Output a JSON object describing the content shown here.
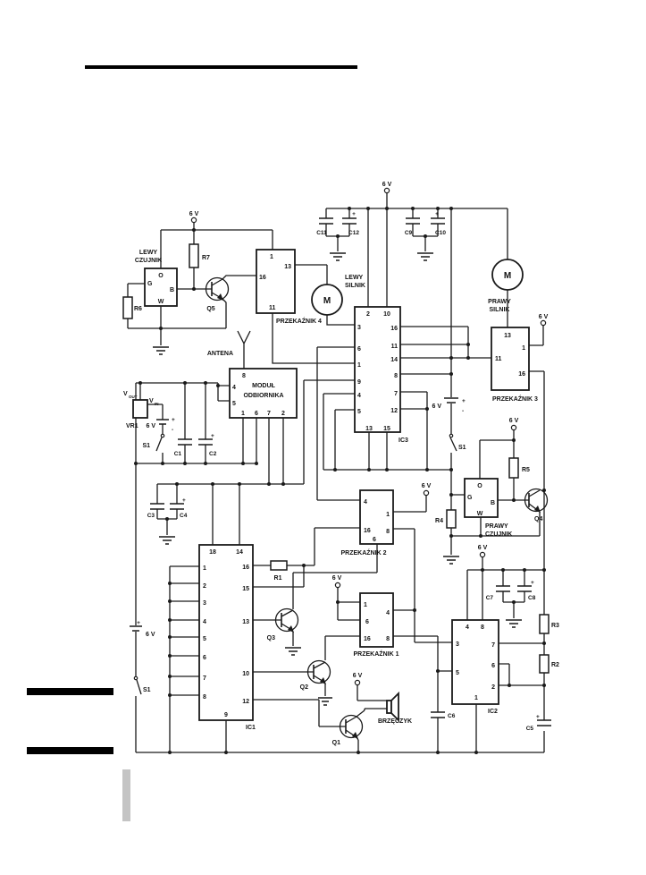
{
  "power_label": "6 V",
  "plus": "+",
  "minus": "-",
  "switch_label": "S1",
  "antenna_label": "ANTENA",
  "buzzer_label": "BRZĘCZYK",
  "motor_symbol": "M",
  "sensors": {
    "left": {
      "line1": "LEWY",
      "line2": "CZUJNIK"
    },
    "right": {
      "line1": "PRAWY",
      "line2": "CZUJNIK"
    },
    "pin_o": "O",
    "pin_g": "G",
    "pin_b": "B",
    "pin_w": "W"
  },
  "motors": {
    "left": {
      "line1": "LEWY",
      "line2": "SILNIK"
    },
    "right": {
      "line1": "PRAWY",
      "line2": "SILNIK"
    }
  },
  "receiver": {
    "line1": "MODUŁ",
    "line2": "ODBIORNIKA",
    "pin8": "8",
    "pin4": "4",
    "pin5": "5",
    "pin1": "1",
    "pin6": "6",
    "pin7": "7",
    "pin2": "2"
  },
  "regulator": {
    "name": "VR1",
    "v": "V",
    "out": "OUT",
    "in": "IN"
  },
  "relays": {
    "r1": {
      "name": "PRZEKAŹNIK 1",
      "p1": "1",
      "p6": "6",
      "p16": "16",
      "p4": "4",
      "p8": "8"
    },
    "r2": {
      "name": "PRZEKAŹNIK 2",
      "p4": "4",
      "p16": "16",
      "p1": "1",
      "p8": "8",
      "p6": "6"
    },
    "r3": {
      "name": "PRZEKAŹNIK 3",
      "p13": "13",
      "p1": "1",
      "p11": "11",
      "p16": "16"
    },
    "r4": {
      "name": "PRZEKAŹNIK 4",
      "p1": "1",
      "p13": "13",
      "p16": "16",
      "p11": "11"
    }
  },
  "ics": {
    "ic1": {
      "name": "IC1",
      "top": [
        "18",
        "14"
      ],
      "left": [
        "1",
        "2",
        "3",
        "4",
        "5",
        "6",
        "7",
        "8"
      ],
      "right": [
        "16",
        "15",
        "13",
        "10",
        "12"
      ],
      "bottom": [
        "9"
      ]
    },
    "ic2": {
      "name": "IC2",
      "top": [
        "4",
        "8"
      ],
      "left": [
        "3",
        "5"
      ],
      "right": [
        "7",
        "6",
        "2"
      ],
      "bottom": [
        "1"
      ]
    },
    "ic3": {
      "name": "IC3",
      "top": [
        "2",
        "10"
      ],
      "left": [
        "3",
        "6",
        "1",
        "9",
        "4",
        "5"
      ],
      "right": [
        "16",
        "11",
        "14",
        "8",
        "7",
        "12"
      ],
      "bottom": [
        "13",
        "15"
      ]
    }
  },
  "transistors": {
    "q1": "Q1",
    "q2": "Q2",
    "q3": "Q3",
    "q4": "Q4",
    "q5": "Q5"
  },
  "resistors": {
    "r1": "R1",
    "r2": "R2",
    "r3": "R3",
    "r4": "R4",
    "r5": "R5",
    "r6": "R6",
    "r7": "R7"
  },
  "capacitors": {
    "c1": "C1",
    "c2": "C2",
    "c3": "C3",
    "c4": "C4",
    "c5": "C5",
    "c6": "C6",
    "c7": "C7",
    "c8": "C8",
    "c9": "C9",
    "c10": "C10",
    "c11": "C11",
    "c12": "C12"
  },
  "colors": {
    "line": "#1a1a1a",
    "rule_bar": "#000000",
    "side_bar": "#c4c4c4"
  }
}
